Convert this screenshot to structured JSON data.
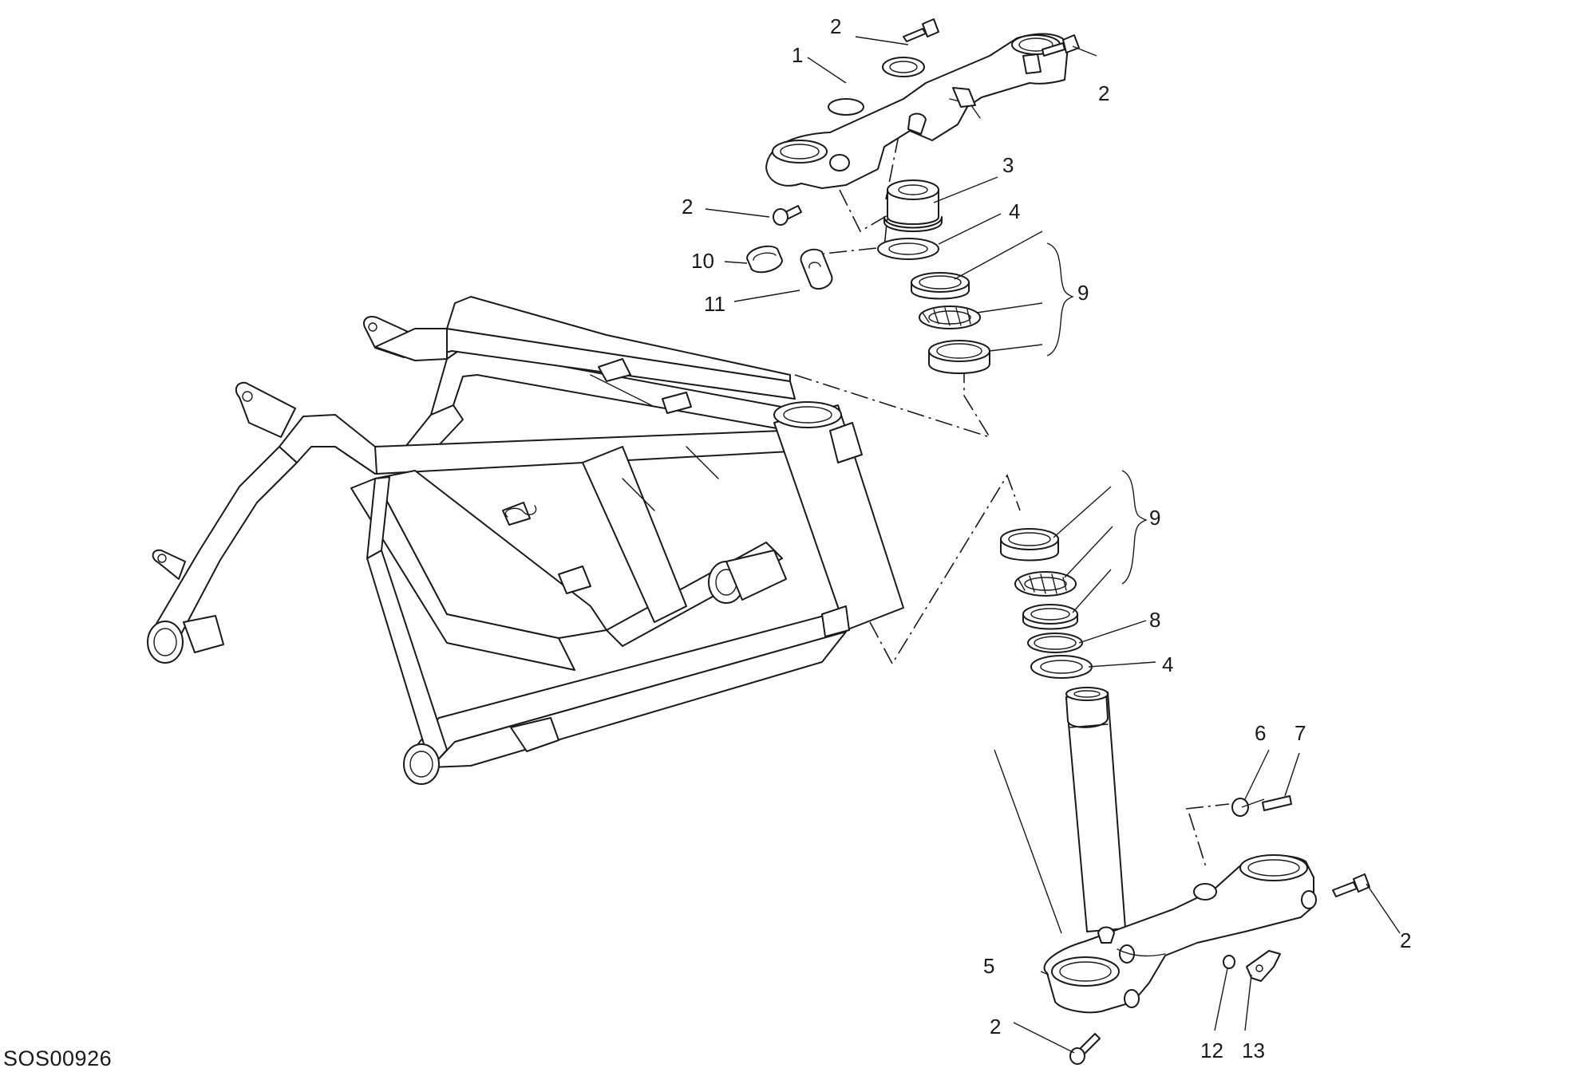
{
  "drawing_code": "SOS00926",
  "callouts": {
    "c1": "1",
    "c2a": "2",
    "c2b": "2",
    "c2c": "2",
    "c2d": "2",
    "c2e": "2",
    "c3": "3",
    "c4a": "4",
    "c4b": "4",
    "c5": "5",
    "c6": "6",
    "c7": "7",
    "c8": "8",
    "c9a": "9",
    "c9b": "9",
    "c10": "10",
    "c11": "11",
    "c12": "12",
    "c13": "13"
  }
}
